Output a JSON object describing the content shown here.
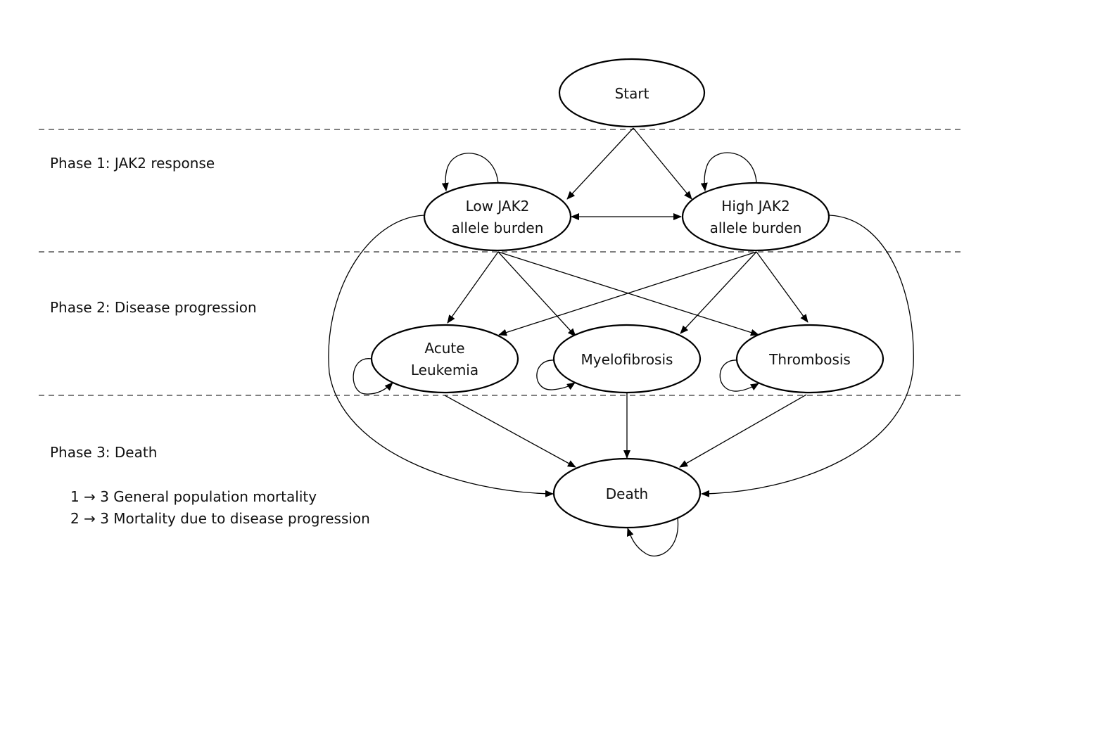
{
  "nodes": {
    "start": {
      "lines": [
        "Start"
      ]
    },
    "low_jak2": {
      "lines": [
        "Low JAK2",
        "allele burden"
      ]
    },
    "high_jak2": {
      "lines": [
        "High JAK2",
        "allele burden"
      ]
    },
    "acute_leukemia": {
      "lines": [
        "Acute",
        "Leukemia"
      ]
    },
    "myelofibrosis": {
      "lines": [
        "Myelofibrosis"
      ]
    },
    "thrombosis": {
      "lines": [
        "Thrombosis"
      ]
    },
    "death": {
      "lines": [
        "Death"
      ]
    }
  },
  "phases": {
    "phase1": "Phase 1: JAK2 response",
    "phase2": "Phase 2: Disease progression",
    "phase3": "Phase 3: Death"
  },
  "legend": {
    "line1": "1 → 3 General population mortality",
    "line2": "2 → 3 Mortality due to disease progression"
  },
  "edges": [
    {
      "from": "start",
      "to": "low_jak2"
    },
    {
      "from": "start",
      "to": "high_jak2"
    },
    {
      "from": "low_jak2",
      "to": "high_jak2",
      "bidirectional": true
    },
    {
      "from": "low_jak2",
      "to": "low_jak2"
    },
    {
      "from": "high_jak2",
      "to": "high_jak2"
    },
    {
      "from": "low_jak2",
      "to": "acute_leukemia"
    },
    {
      "from": "low_jak2",
      "to": "myelofibrosis"
    },
    {
      "from": "low_jak2",
      "to": "thrombosis"
    },
    {
      "from": "high_jak2",
      "to": "acute_leukemia"
    },
    {
      "from": "high_jak2",
      "to": "myelofibrosis"
    },
    {
      "from": "high_jak2",
      "to": "thrombosis"
    },
    {
      "from": "acute_leukemia",
      "to": "acute_leukemia"
    },
    {
      "from": "myelofibrosis",
      "to": "myelofibrosis"
    },
    {
      "from": "thrombosis",
      "to": "thrombosis"
    },
    {
      "from": "acute_leukemia",
      "to": "death"
    },
    {
      "from": "myelofibrosis",
      "to": "death"
    },
    {
      "from": "thrombosis",
      "to": "death"
    },
    {
      "from": "low_jak2",
      "to": "death"
    },
    {
      "from": "high_jak2",
      "to": "death"
    },
    {
      "from": "death",
      "to": "death"
    }
  ]
}
